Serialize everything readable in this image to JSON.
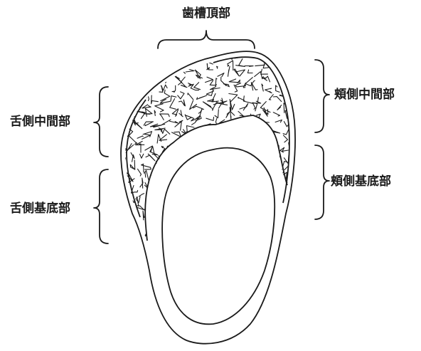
{
  "labels": {
    "crest": "歯槽頂部",
    "buccal_middle": "頬側中間部",
    "buccal_base": "頬側基底部",
    "lingual_middle": "舌側中間部",
    "lingual_base": "舌側基底部"
  }
}
